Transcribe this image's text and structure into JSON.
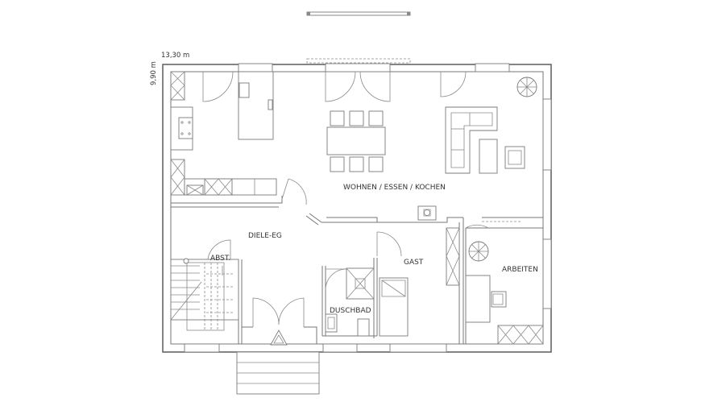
{
  "dimensions": {
    "width": "13,30 m",
    "depth": "9,90 m"
  },
  "rooms": {
    "living": "WOHNEN / ESSEN / KOCHEN",
    "hall": "DIELE-EG",
    "storage": "ABST.",
    "guest": "GAST",
    "office": "ARBEITEN",
    "shower": "DUSCHBAD"
  },
  "colors": {
    "lines": "#666666",
    "text": "#333333",
    "background": "#ffffff"
  }
}
